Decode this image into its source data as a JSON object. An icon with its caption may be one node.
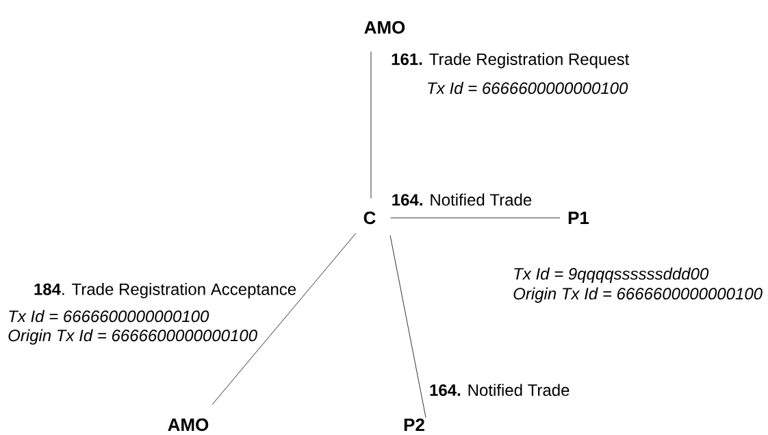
{
  "diagram": {
    "nodes": [
      {
        "text": [
          "AMO"
        ]
      },
      {
        "text": [
          "C"
        ]
      },
      {
        "text": [
          "P1"
        ]
      },
      {
        "text": [
          "AMO"
        ]
      },
      {
        "text": [
          "P2"
        ]
      }
    ],
    "edges": [
      {
        "from": 0,
        "to": 1,
        "arrow": "none",
        "label": "**161.** Trade Registration Request"
      },
      {
        "from": 1,
        "to": 2,
        "arrow": "none",
        "label": "**164.** Notified Trade"
      },
      {
        "from": 1,
        "to": 3,
        "arrow": "none",
        "label": "**184**. Trade Registration Acceptance"
      },
      {
        "from": 1,
        "to": 4,
        "arrow": "none",
        "label": "**164.** Notified Trade"
      }
    ],
    "labels": [
      "Tx Id = 6666600000000100",
      "Tx Id = 9qqqqssssssddd00",
      "Origin Tx Id = 6666600000000100",
      "Tx Id = 6666600000000100",
      "Origin Tx Id = 6666600000000100"
    ]
  }
}
